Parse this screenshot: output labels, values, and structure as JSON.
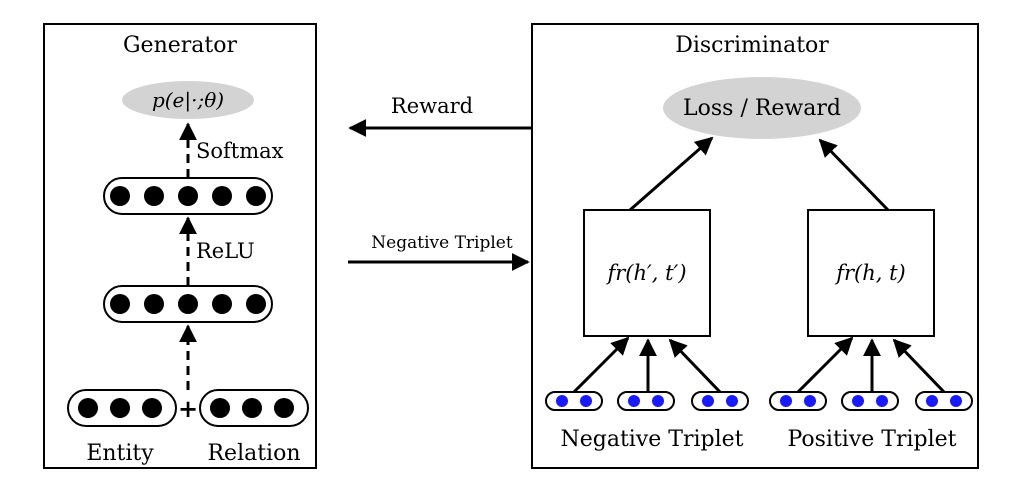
{
  "generator": {
    "title": "Generator",
    "output_label": "p(e|·;θ)",
    "softmax_label": "Softmax",
    "relu_label": "ReLU",
    "plus_sign": "+",
    "entity_label": "Entity",
    "relation_label": "Relation"
  },
  "discriminator": {
    "title": "Discriminator",
    "loss_label": "Loss / Reward",
    "score_negative": "fr(h′, t′)",
    "score_positive": "fr(h, t)",
    "negative_label": "Negative Triplet",
    "positive_label": "Positive Triplet"
  },
  "connections": {
    "reward_label": "Reward",
    "negative_triplet_label": "Negative Triplet"
  },
  "colors": {
    "line": "#000000",
    "node_fill": "#000000",
    "embedding_node": "#1a1aff",
    "ellipse_fill": "#d3d3d3"
  }
}
